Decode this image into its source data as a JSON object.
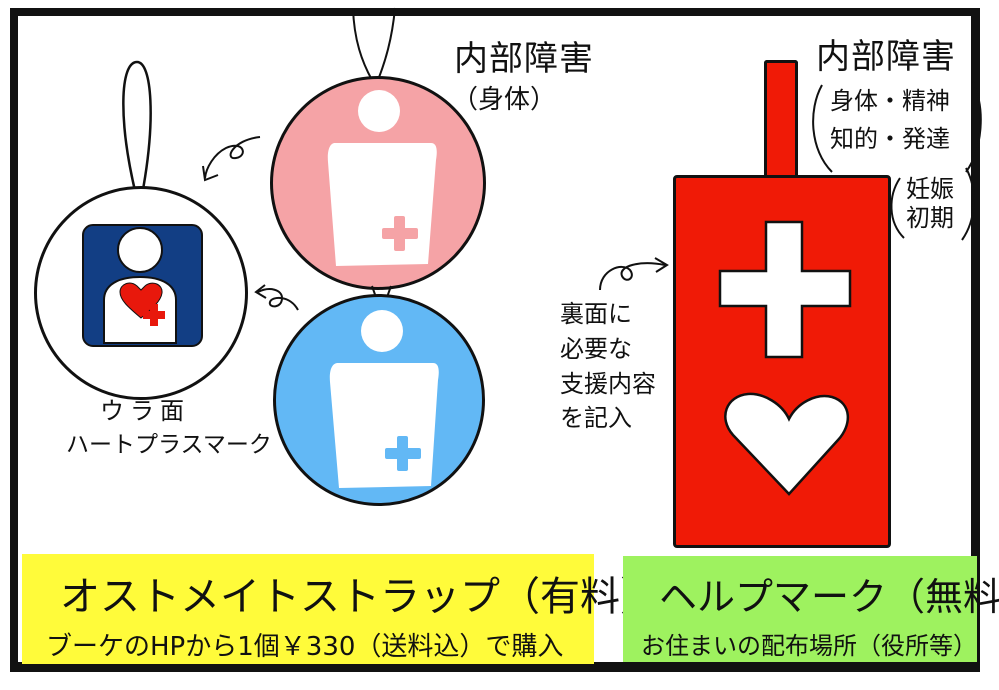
{
  "colors": {
    "frame": "#111111",
    "pink_tag": "#F5A3A6",
    "blue_tag": "#62B8F5",
    "navy_badge": "#123E84",
    "help_mark_red": "#F01A06",
    "yellow_banner": "#FFFB3A",
    "green_banner": "#9EF25F",
    "heart_red": "#E8180C"
  },
  "left_tag": {
    "caption_line1": "ウラ面",
    "caption_line2": "ハートプラスマーク"
  },
  "pink_tag": {
    "label_title": "内部障害",
    "label_sub": "（身体）"
  },
  "help_mark": {
    "label_title": "内部障害",
    "label_line1": "身体・精神",
    "label_line2": "知的・発達",
    "label_extra_line1": "妊娠",
    "label_extra_line2": "初期",
    "note_lines": [
      "裏面に",
      "必要な",
      "支援内容",
      "を記入"
    ]
  },
  "banners": {
    "strap": {
      "title": "オストメイトストラップ（有料）",
      "subtitle": "ブーケのHPから1個￥330（送料込）で購入"
    },
    "helpmark": {
      "title": "ヘルプマーク（無料）",
      "subtitle": "お住まいの配布場所（役所等）"
    }
  }
}
